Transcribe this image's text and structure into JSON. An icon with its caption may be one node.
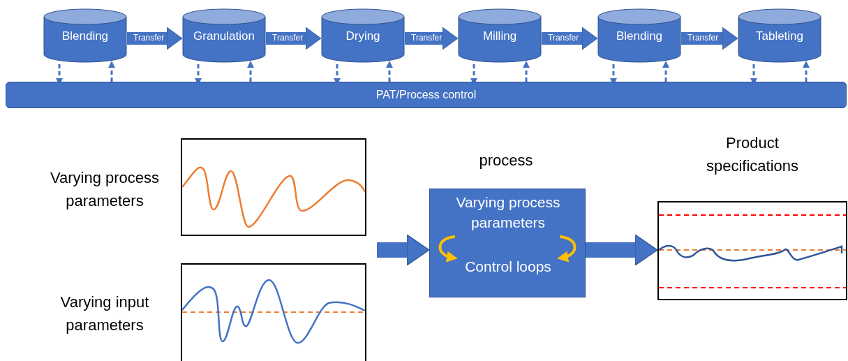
{
  "diagram": {
    "nodes": [
      {
        "text": [
          "Blending"
        ]
      },
      {
        "text": [
          "Granulation"
        ]
      },
      {
        "text": [
          "Drying"
        ]
      },
      {
        "text": [
          "Milling"
        ]
      },
      {
        "text": [
          "Blending"
        ]
      },
      {
        "text": [
          "Tableting"
        ]
      },
      {
        "text": [
          "PAT/Process control"
        ]
      },
      {
        "text": [],
        "shape": "picture",
        "beside": [
          "Varying process parameters"
        ]
      },
      {
        "text": [],
        "shape": "picture",
        "beside": [
          "Varying input parameters"
        ]
      },
      {
        "text": [
          "Varying process parameters",
          "Control loops"
        ],
        "beside": [
          "process"
        ]
      },
      {
        "text": [],
        "shape": "picture",
        "beside": [
          "Product specifications"
        ]
      }
    ],
    "edges": [
      {
        "from": 0,
        "to": 1,
        "arrow": "to",
        "label": "Transfer",
        "style": "thick"
      },
      {
        "from": 1,
        "to": 2,
        "arrow": "to",
        "label": "Transfer",
        "style": "thick"
      },
      {
        "from": 2,
        "to": 3,
        "arrow": "to",
        "label": "Transfer",
        "style": "thick"
      },
      {
        "from": 3,
        "to": 4,
        "arrow": "to",
        "label": "Transfer",
        "style": "thick"
      },
      {
        "from": 4,
        "to": 5,
        "arrow": "to",
        "label": "Transfer",
        "style": "thick"
      },
      {
        "from": 0,
        "to": 6,
        "arrow": "to",
        "style": "dashed"
      },
      {
        "from": 6,
        "to": 0,
        "arrow": "to",
        "style": "dashed"
      },
      {
        "from": 1,
        "to": 6,
        "arrow": "to",
        "style": "dashed"
      },
      {
        "from": 6,
        "to": 1,
        "arrow": "to",
        "style": "dashed"
      },
      {
        "from": 2,
        "to": 6,
        "arrow": "to",
        "style": "dashed"
      },
      {
        "from": 6,
        "to": 2,
        "arrow": "to",
        "style": "dashed"
      },
      {
        "from": 3,
        "to": 6,
        "arrow": "to",
        "style": "dashed"
      },
      {
        "from": 6,
        "to": 3,
        "arrow": "to",
        "style": "dashed"
      },
      {
        "from": 4,
        "to": 6,
        "arrow": "to",
        "style": "dashed"
      },
      {
        "from": 6,
        "to": 4,
        "arrow": "to",
        "style": "dashed"
      },
      {
        "from": 5,
        "to": 6,
        "arrow": "to",
        "style": "dashed"
      },
      {
        "from": 6,
        "to": 5,
        "arrow": "to",
        "style": "dashed"
      },
      {
        "from": null,
        "to": 9,
        "arrow": "to",
        "style": "thick"
      },
      {
        "from": 9,
        "to": 10,
        "arrow": "to",
        "style": "thick"
      }
    ]
  }
}
